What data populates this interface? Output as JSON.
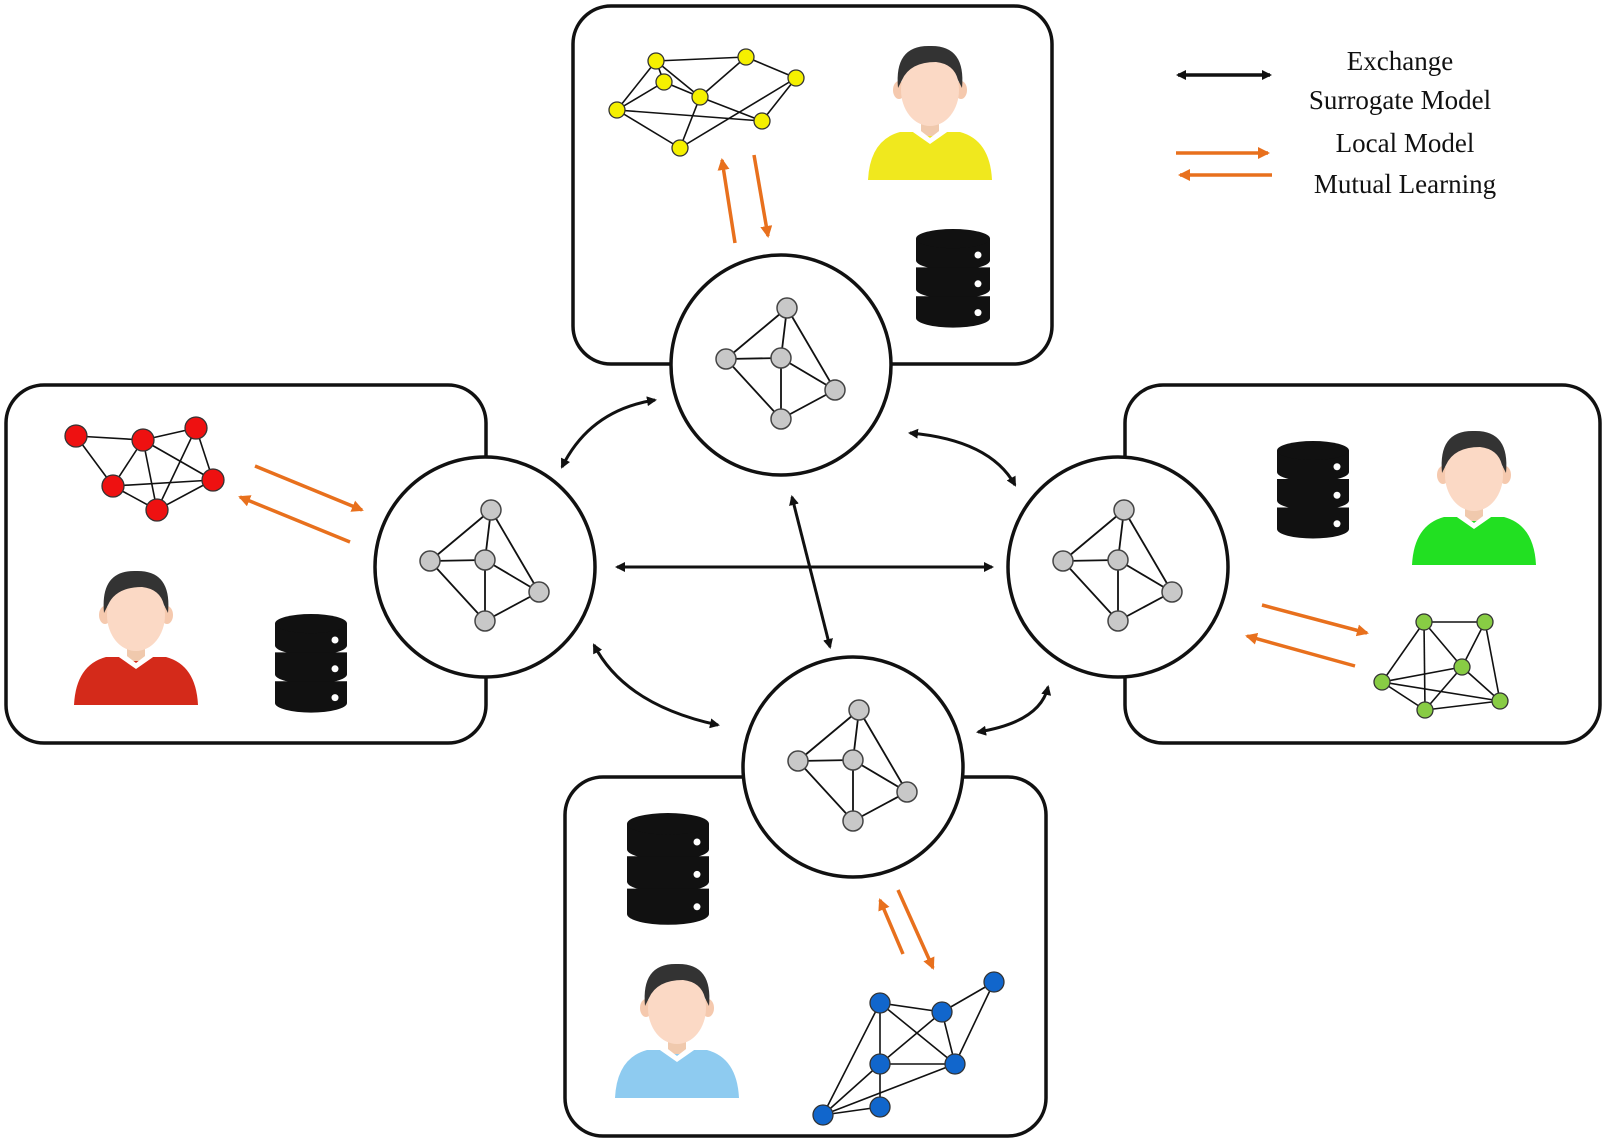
{
  "legend": {
    "exchange_line1": "Exchange",
    "exchange_line2": "Surrogate Model",
    "mutual_line1": "Local Model",
    "mutual_line2": "Mutual Learning"
  },
  "colors": {
    "exchange_arrow": "#111111",
    "mutual_arrow": "#e8701d",
    "surrogate_node": "#c8c8c8",
    "client_top_node": "#f5f000",
    "client_left_node": "#ee1111",
    "client_right_node": "#88cc44",
    "client_bottom_node": "#1166cc",
    "client_top_shirt": "#f0e81e",
    "client_left_shirt": "#d42a1a",
    "client_right_shirt": "#22e022",
    "client_bottom_shirt": "#8ecbf0"
  },
  "clients": [
    {
      "id": "top",
      "shirt_color": "#f0e81e",
      "node_color": "#f5f000"
    },
    {
      "id": "left",
      "shirt_color": "#d42a1a",
      "node_color": "#ee1111"
    },
    {
      "id": "right",
      "shirt_color": "#22e022",
      "node_color": "#88cc44"
    },
    {
      "id": "bottom",
      "shirt_color": "#8ecbf0",
      "node_color": "#1166cc"
    }
  ],
  "icons": [
    "person-icon",
    "database-icon",
    "local-graph-icon",
    "surrogate-graph-icon"
  ]
}
